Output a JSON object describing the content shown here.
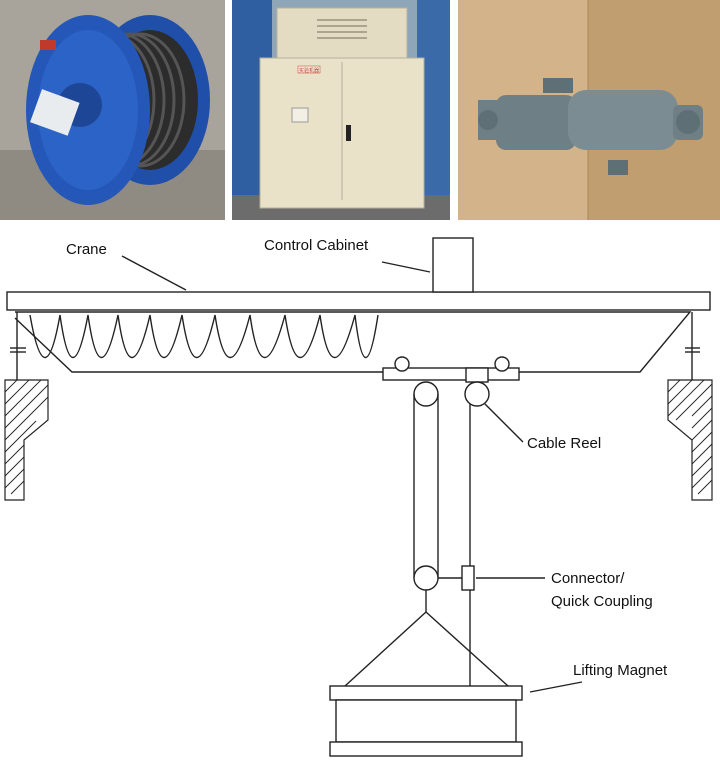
{
  "photos": {
    "cable_reel": "Cable reel photo",
    "control_cabinet": "Control cabinet photo",
    "connector": "Connector photo",
    "cabinet_plate_text": "实验机器"
  },
  "labels": {
    "crane": "Crane",
    "control_cabinet": "Control Cabinet",
    "cable_reel": "Cable Reel",
    "connector_line1": "Connector/",
    "connector_line2": "Quick Coupling",
    "lifting_magnet": "Lifting Magnet"
  },
  "colors": {
    "reel_blue": "#2457b8",
    "cabinet_beige": "#e9e2c8",
    "connector_grey": "#6f7f86",
    "cardboard": "#c9a97d",
    "line": "#222222"
  }
}
